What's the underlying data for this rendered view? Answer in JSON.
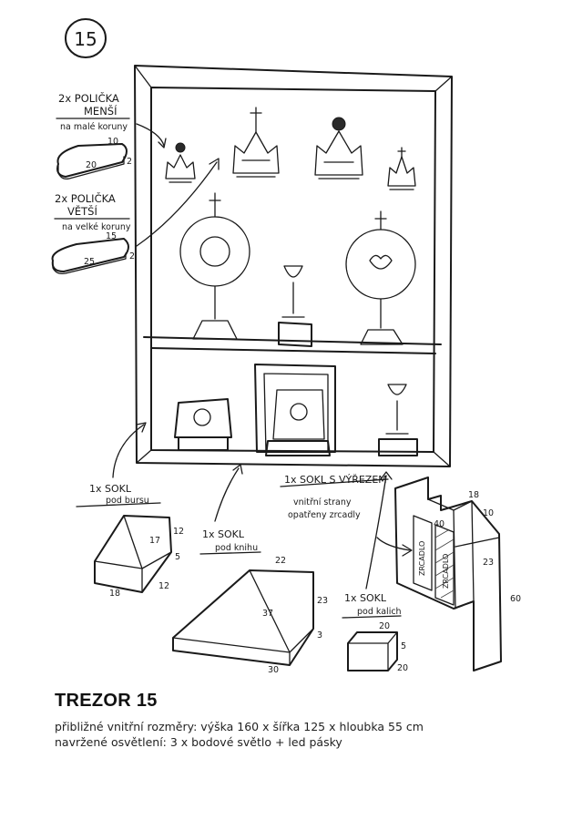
{
  "page_number": "15",
  "shelves_small": {
    "title_line1": "2x POLIČKA",
    "title_line2": "MENŠÍ",
    "subtitle": "na malé koruny",
    "dim_depth": "10",
    "dim_width": "20",
    "dim_height": "2"
  },
  "shelves_large": {
    "title_line1": "2x POLIČKA",
    "title_line2": "VĚTŠÍ",
    "subtitle": "na velké koruny",
    "dim_depth": "15",
    "dim_width": "25",
    "dim_height": "2"
  },
  "plinth_burse": {
    "title": "1x SOKL",
    "subtitle": "pod bursu",
    "dim_slope": "17",
    "dim_back": "12",
    "dim_front": "5",
    "dim_width": "18",
    "dim_depth": "12"
  },
  "plinth_book": {
    "title": "1x SOKL",
    "subtitle": "pod knihu",
    "dim_top": "22",
    "dim_slope": "37",
    "dim_back": "23",
    "dim_front": "3",
    "dim_depth": "30"
  },
  "plinth_chalice": {
    "title": "1x SOKL",
    "subtitle": "pod kalich",
    "dim_width": "20",
    "dim_height": "5",
    "dim_depth": "20"
  },
  "plinth_cutout": {
    "title": "1x SOKL S VÝŘEZEM",
    "note_line1": "vnitřní strany",
    "note_line2": "opatřeny zrcadly",
    "dim_notch_w": "18",
    "dim_notch_h": "10",
    "dim_inner": "40",
    "dim_side": "23",
    "dim_height": "60",
    "label_mirror_left": "ZRCADLO",
    "label_mirror_right": "ZRCADLO"
  },
  "title": "TREZOR 15",
  "description_line1": "přibližné vnitřní rozměry: výška 160 x šířka 125 x hloubka 55 cm",
  "description_line2": "navržené osvětlení: 3 x bodové světlo + led pásky"
}
